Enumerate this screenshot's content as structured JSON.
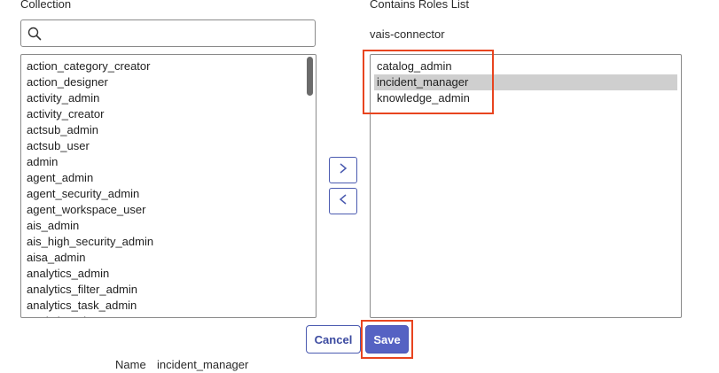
{
  "left_panel": {
    "header": "Collection",
    "search": {
      "value": "",
      "placeholder": "",
      "icon": "search-icon"
    },
    "items": [
      "action_category_creator",
      "action_designer",
      "activity_admin",
      "activity_creator",
      "actsub_admin",
      "actsub_user",
      "admin",
      "agent_admin",
      "agent_security_admin",
      "agent_workspace_user",
      "ais_admin",
      "ais_high_security_admin",
      "aisa_admin",
      "analytics_admin",
      "analytics_filter_admin",
      "analytics_task_admin",
      "analytics_viewer"
    ]
  },
  "right_panel": {
    "header": "Contains Roles List",
    "subtitle": "vais-connector",
    "items": [
      "catalog_admin",
      "incident_manager",
      "knowledge_admin"
    ],
    "selected_index": 1
  },
  "move_buttons": {
    "add_icon": "chevron-right-icon",
    "remove_icon": "chevron-left-icon"
  },
  "actions": {
    "cancel_label": "Cancel",
    "save_label": "Save"
  },
  "name_field": {
    "label": "Name",
    "value": "incident_manager"
  },
  "colors": {
    "accent": "#5562c3",
    "highlight": "#e8441f",
    "selection": "#cfcfcf"
  }
}
